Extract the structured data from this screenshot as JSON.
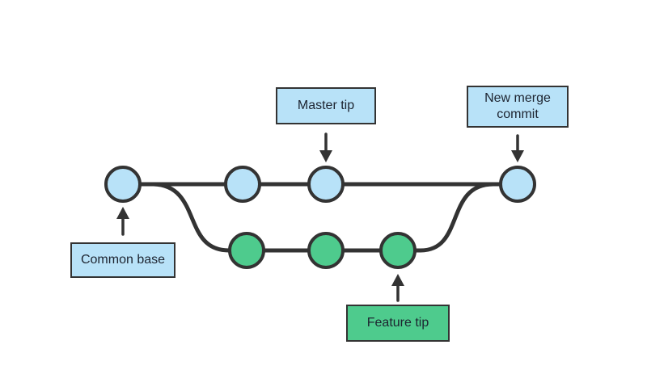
{
  "diagram": {
    "title": "git merge branch diagram",
    "labels": {
      "master_tip": "Master tip",
      "new_merge_commit": "New merge commit",
      "common_base": "Common base",
      "feature_tip": "Feature tip"
    },
    "structure": {
      "master_branch_nodes": [
        "common-base",
        "commit",
        "master-tip",
        "new-merge-commit"
      ],
      "feature_branch_nodes": [
        "commit",
        "commit",
        "feature-tip"
      ],
      "feature_branches_from": "common-base",
      "feature_merges_into": "new-merge-commit"
    },
    "colors": {
      "commit_blue": "#b8e2f8",
      "commit_green": "#4ecb8d",
      "line_dark": "#333333",
      "background": "#ffffff"
    }
  }
}
